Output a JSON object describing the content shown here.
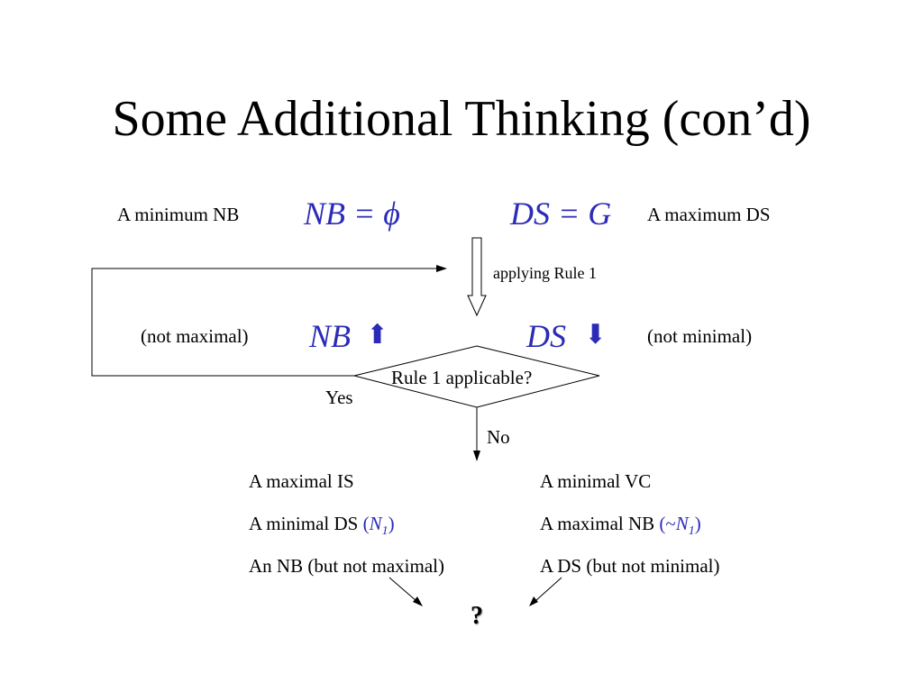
{
  "title": "Some Additional Thinking (con’d)",
  "top_row": {
    "left_label": "A minimum NB",
    "nb_eq": "NB = ϕ",
    "ds_eq": "DS = G",
    "right_label": "A maximum DS"
  },
  "applying_rule": "applying Rule 1",
  "middle_row": {
    "left_label": "(not maximal)",
    "nb": "NB",
    "nb_arrow": "⬆",
    "ds": "DS",
    "ds_arrow": "⬇",
    "right_label": "(not minimal)"
  },
  "decision": {
    "text": "Rule 1 applicable?",
    "yes": "Yes",
    "no": "No"
  },
  "results_left": {
    "line1": "A maximal IS",
    "line2_prefix": "A minimal DS ",
    "line2_open": "(",
    "line2_var": "N",
    "line2_sub": "1",
    "line2_close": ")",
    "line3": "An NB (but not maximal)"
  },
  "results_right": {
    "line1": "A minimal VC",
    "line2_prefix": "A maximal NB ",
    "line2_open": "(~",
    "line2_var": "N",
    "line2_sub": "1",
    "line2_close": ")",
    "line3": "A DS (but not minimal)"
  },
  "question": "?",
  "colors": {
    "accent": "#2b2bb8",
    "text": "#000000",
    "background": "#ffffff"
  }
}
